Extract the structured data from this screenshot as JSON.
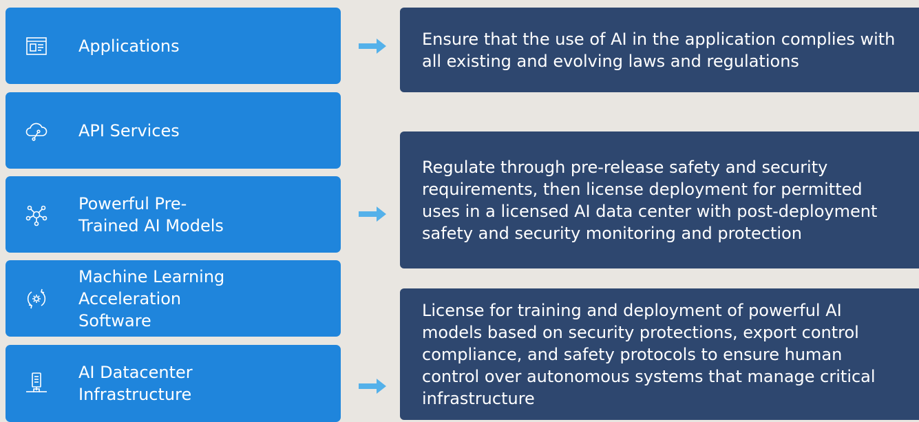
{
  "colors": {
    "background": "#e9e6e1",
    "layer_fill": "#1f85dc",
    "description_fill": "#2e476f",
    "arrow_color": "#54b1ea"
  },
  "layers": [
    {
      "label": "Applications",
      "icon": "application-window-icon"
    },
    {
      "label": "API Services",
      "icon": "cloud-api-icon"
    },
    {
      "label": "Powerful Pre-\nTrained AI Models",
      "icon": "neural-network-icon"
    },
    {
      "label": "Machine Learning\nAcceleration\nSoftware",
      "icon": "gear-refresh-icon"
    },
    {
      "label": "AI Datacenter\nInfrastructure",
      "icon": "server-network-icon"
    }
  ],
  "descriptions": [
    {
      "text": "Ensure that the use of AI in the application complies with all existing and evolving laws and regulations"
    },
    {
      "text": "Regulate through pre-release safety and security requirements, then license deployment for permitted uses in a licensed AI data center with post-deployment safety and security monitoring and protection"
    },
    {
      "text": "License for training and deployment of powerful AI models based on security protections, export control compliance, and safety protocols to ensure human control over autonomous systems that manage critical infrastructure"
    }
  ]
}
